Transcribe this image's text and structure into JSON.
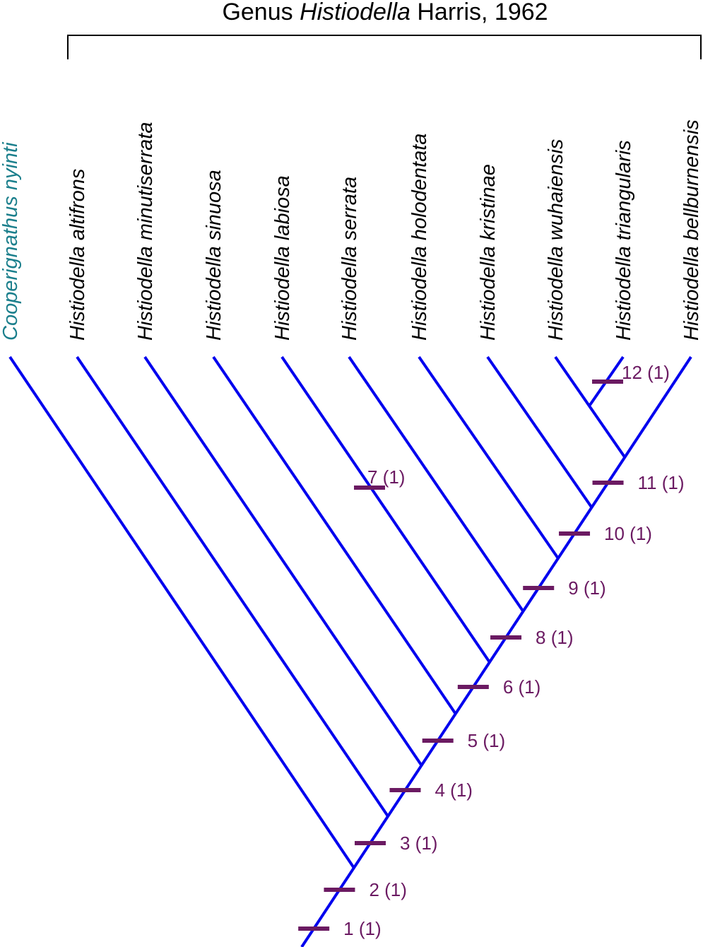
{
  "title": {
    "prefix": "Genus ",
    "genus": "Histiodella",
    "suffix": " Harris, 1962"
  },
  "taxa": [
    {
      "name": "Cooperignathus nyinti",
      "outgroup": true
    },
    {
      "name": "Histiodella altifrons",
      "outgroup": false
    },
    {
      "name": "Histiodella minutiserrata",
      "outgroup": false
    },
    {
      "name": "Histiodella sinuosa",
      "outgroup": false
    },
    {
      "name": "Histiodella labiosa",
      "outgroup": false
    },
    {
      "name": "Histiodella serrata",
      "outgroup": false
    },
    {
      "name": "Histiodella holodentata",
      "outgroup": false
    },
    {
      "name": "Histiodella kristinae",
      "outgroup": false
    },
    {
      "name": "Histiodella wuhaiensis",
      "outgroup": false
    },
    {
      "name": "Histiodella triangularis",
      "outgroup": false
    },
    {
      "name": "Histiodella bellburnensis",
      "outgroup": false
    }
  ],
  "characters": [
    {
      "label": "1 (1)"
    },
    {
      "label": "2 (1)"
    },
    {
      "label": "3 (1)"
    },
    {
      "label": "4 (1)"
    },
    {
      "label": "5 (1)"
    },
    {
      "label": "6 (1)"
    },
    {
      "label": "7 (1)"
    },
    {
      "label": "8 (1)"
    },
    {
      "label": "9 (1)"
    },
    {
      "label": "10 (1)"
    },
    {
      "label": "11 (1)"
    },
    {
      "label": "12 (1)"
    }
  ],
  "colors": {
    "branch": "#0000ee",
    "character": "#6b1a62",
    "outgroup": "#1b7f8c",
    "text": "#000000"
  }
}
